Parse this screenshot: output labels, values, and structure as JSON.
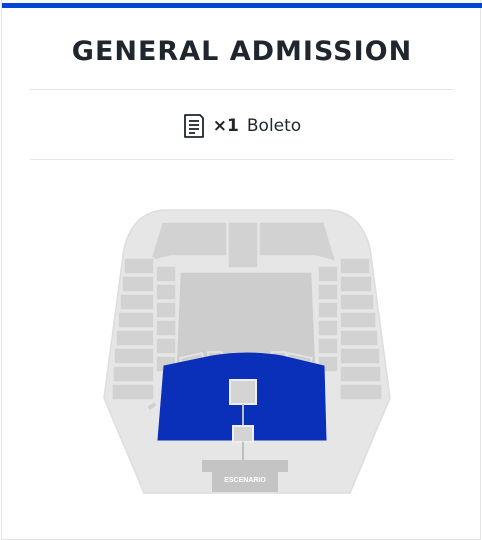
{
  "header": {
    "accent_color": "#0046d6",
    "title": "GENERAL ADMISSION"
  },
  "ticket": {
    "icon": "ticket-icon",
    "quantity": "×1",
    "label": "Boleto"
  },
  "seat_map": {
    "stage_label": "ESCENARIO",
    "selected_color": "#0a2fb8",
    "section_color": "#cfcfcf",
    "stage_color": "#c4c4c4"
  }
}
